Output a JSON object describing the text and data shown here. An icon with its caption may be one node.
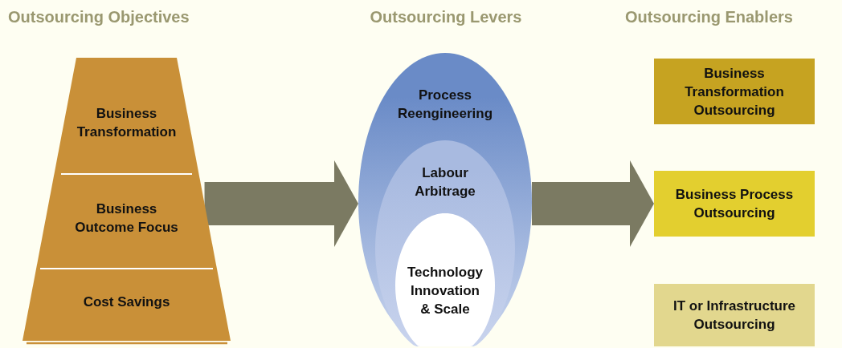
{
  "diagram": {
    "nodes": [
      {
        "text": [],
        "shape": "trapezoid"
      },
      {
        "text": [
          "Business Transformation"
        ],
        "in": 0
      },
      {
        "text": [
          "Business Outcome Focus"
        ],
        "in": 0
      },
      {
        "text": [
          "Cost Savings"
        ],
        "in": 0
      },
      {
        "text": [
          "Process Reengineering"
        ]
      },
      {
        "text": [
          "Labour Arbitrage"
        ],
        "in": 4
      },
      {
        "text": [
          "Technology Innovation & Scale"
        ],
        "in": 5
      },
      {
        "text": [
          "Business Transformation Outsourcing"
        ]
      },
      {
        "text": [
          "Business Process Outsourcing"
        ]
      },
      {
        "text": [
          "IT or Infrastructure Outsourcing"
        ]
      }
    ],
    "edges": [
      {
        "from": 0,
        "to": 4,
        "arrow": "to"
      },
      {
        "from": 4,
        "to": 8,
        "arrow": "to"
      }
    ],
    "labels": [
      "Outsourcing Objectives",
      "Outsourcing Levers",
      "Outsourcing Enablers"
    ]
  }
}
